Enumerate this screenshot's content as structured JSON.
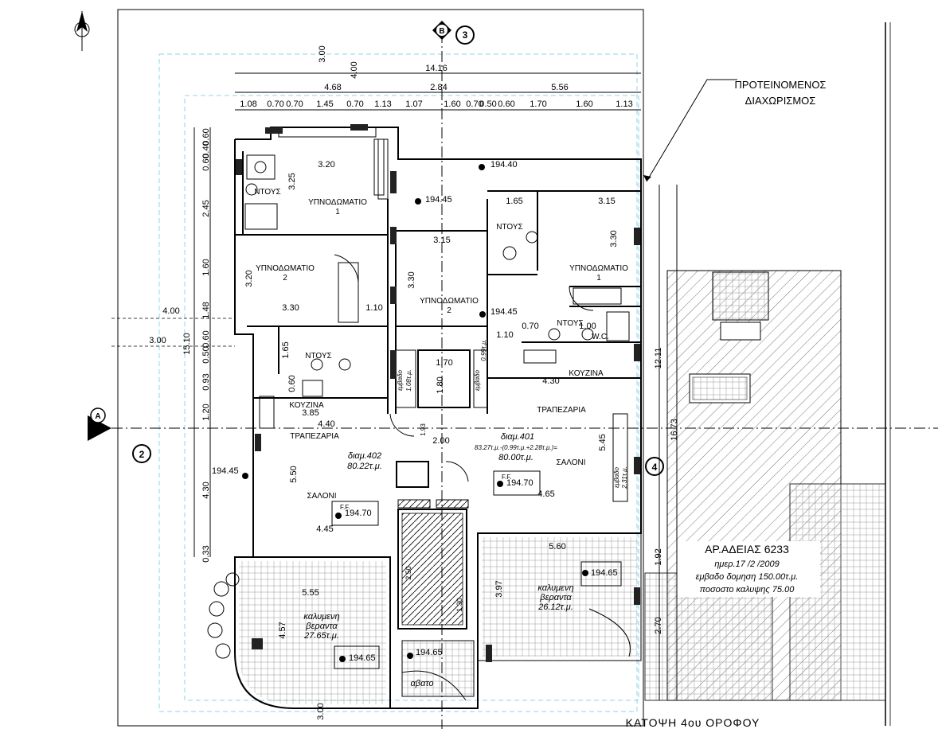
{
  "title": "ΚΑΤΟΨΗ 4ου ΟΡΟΦΟΥ",
  "proposed_division": [
    "ΠΡΟΤΕΙΝΟΜΕΝΟΣ",
    "ΔΙΑΧΩΡΙΣΜΟΣ"
  ],
  "permit": {
    "number": "ΑΡ.ΑΔΕΙΑΣ 6233",
    "date": "ημερ.17 /2 /2009",
    "area": "εμβαδο δομηση 150.00τ.μ.",
    "coverage": "ποσοστο καλυψης 75.00"
  },
  "axes": {
    "a": "A",
    "b": "B",
    "two": "2",
    "three": "3",
    "four": "4"
  },
  "apartments": {
    "left": {
      "name": "διαμ.402",
      "area": "80.22τ.μ."
    },
    "right": {
      "name": "διαμ.401",
      "area": "80.00τ.μ.",
      "calc": "83.27τ.μ.-(0.99τ.μ.+2.28τ.μ.)="
    }
  },
  "rooms": {
    "bed1_left": "ΥΠΝΟΔΩΜΑΤΙΟ",
    "bed1_left_no": "1",
    "bed2_left": "ΥΠΝΟΔΩΜΑΤΙΟ",
    "bed2_left_no": "2",
    "bed2_right": "ΥΠΝΟΔΩΜΑΤΙΟ",
    "bed2_right_no": "2",
    "bed1_right": "ΥΠΝΟΔΩΜΑΤΙΟ",
    "bed1_right_no": "1",
    "shower": "ΝΤΟΥΣ",
    "kitchen": "ΚΟΥΖΙΝΑ",
    "dining": "ΤΡΑΠΕΖΑΡΙΑ",
    "living": "ΣΑΛΟΝΙ",
    "wc": "W.C.",
    "avato": "αβατο",
    "cov_left": "καλυμενη",
    "cov_left2": "βεραντα",
    "cov_left_area": "27.65τ.μ.",
    "cov_right": "καλυμενη",
    "cov_right2": "βεραντα",
    "cov_right_area": "26.12τ.μ.",
    "shaft1": "εμβαδο",
    "shaft1_area": "1.08τ.μ.",
    "shaft2": "εμβαδο",
    "shaft2_area": "0.99τ.μ.",
    "shaft3": "εμβαδο",
    "shaft3_area": "2.31τ.μ."
  },
  "levels": {
    "l1": "194.40",
    "l2": "194.45",
    "l3": "194.45",
    "l4": "194.45",
    "ff1": "194.70",
    "ff2": "194.70",
    "v1": "194.65",
    "v2": "194.65",
    "v3": "194.65",
    "ff_tag": "F.F."
  },
  "dims_top": [
    "14.16",
    "4.68",
    "2.84",
    "5.56",
    "1.08",
    "0.70",
    "0.70",
    "1.45",
    "0.70",
    "1.13",
    "1.07",
    "1.60",
    "0.70",
    "0.50",
    "0.60",
    "1.70",
    "1.60",
    "1.13"
  ],
  "dims_vert_top": [
    "3.00",
    "4.00"
  ],
  "dims_left": [
    "0.60",
    "0.40",
    "0.60",
    "2.45",
    "1.60",
    "1.48",
    "0.60",
    "0.50",
    "0.93",
    "1.20",
    "4.30",
    "0.33",
    "15.10"
  ],
  "dims_rooms": {
    "d320a": "3.20",
    "d325": "3.25",
    "d320b": "3.20",
    "d330a": "3.30",
    "d110a": "1.10",
    "d315a": "3.15",
    "d330b": "3.30",
    "d165a": "1.65",
    "d315b": "3.15",
    "d330c": "3.30",
    "d070": "0.70",
    "d100": "1.00",
    "d110b": "1.10",
    "d165b": "1.65",
    "d060": "0.60",
    "d170": "1.70",
    "d180": "1.80",
    "d385": "3.85",
    "d440": "4.40",
    "d430": "4.30",
    "d200": "2.00",
    "d545": "5.45",
    "d550": "5.50",
    "d465": "4.65",
    "d445": "4.45",
    "d560": "5.60",
    "d555": "5.55",
    "d457": "4.57",
    "d397": "3.97",
    "d192": "1.92",
    "d270": "2.70",
    "d1211": "12.11",
    "d1673": "16.73",
    "d400": "4.00",
    "d300": "3.00",
    "d300b": "3.00",
    "d250": "2.50",
    "d130": "1.30",
    "d193": "1.93"
  }
}
